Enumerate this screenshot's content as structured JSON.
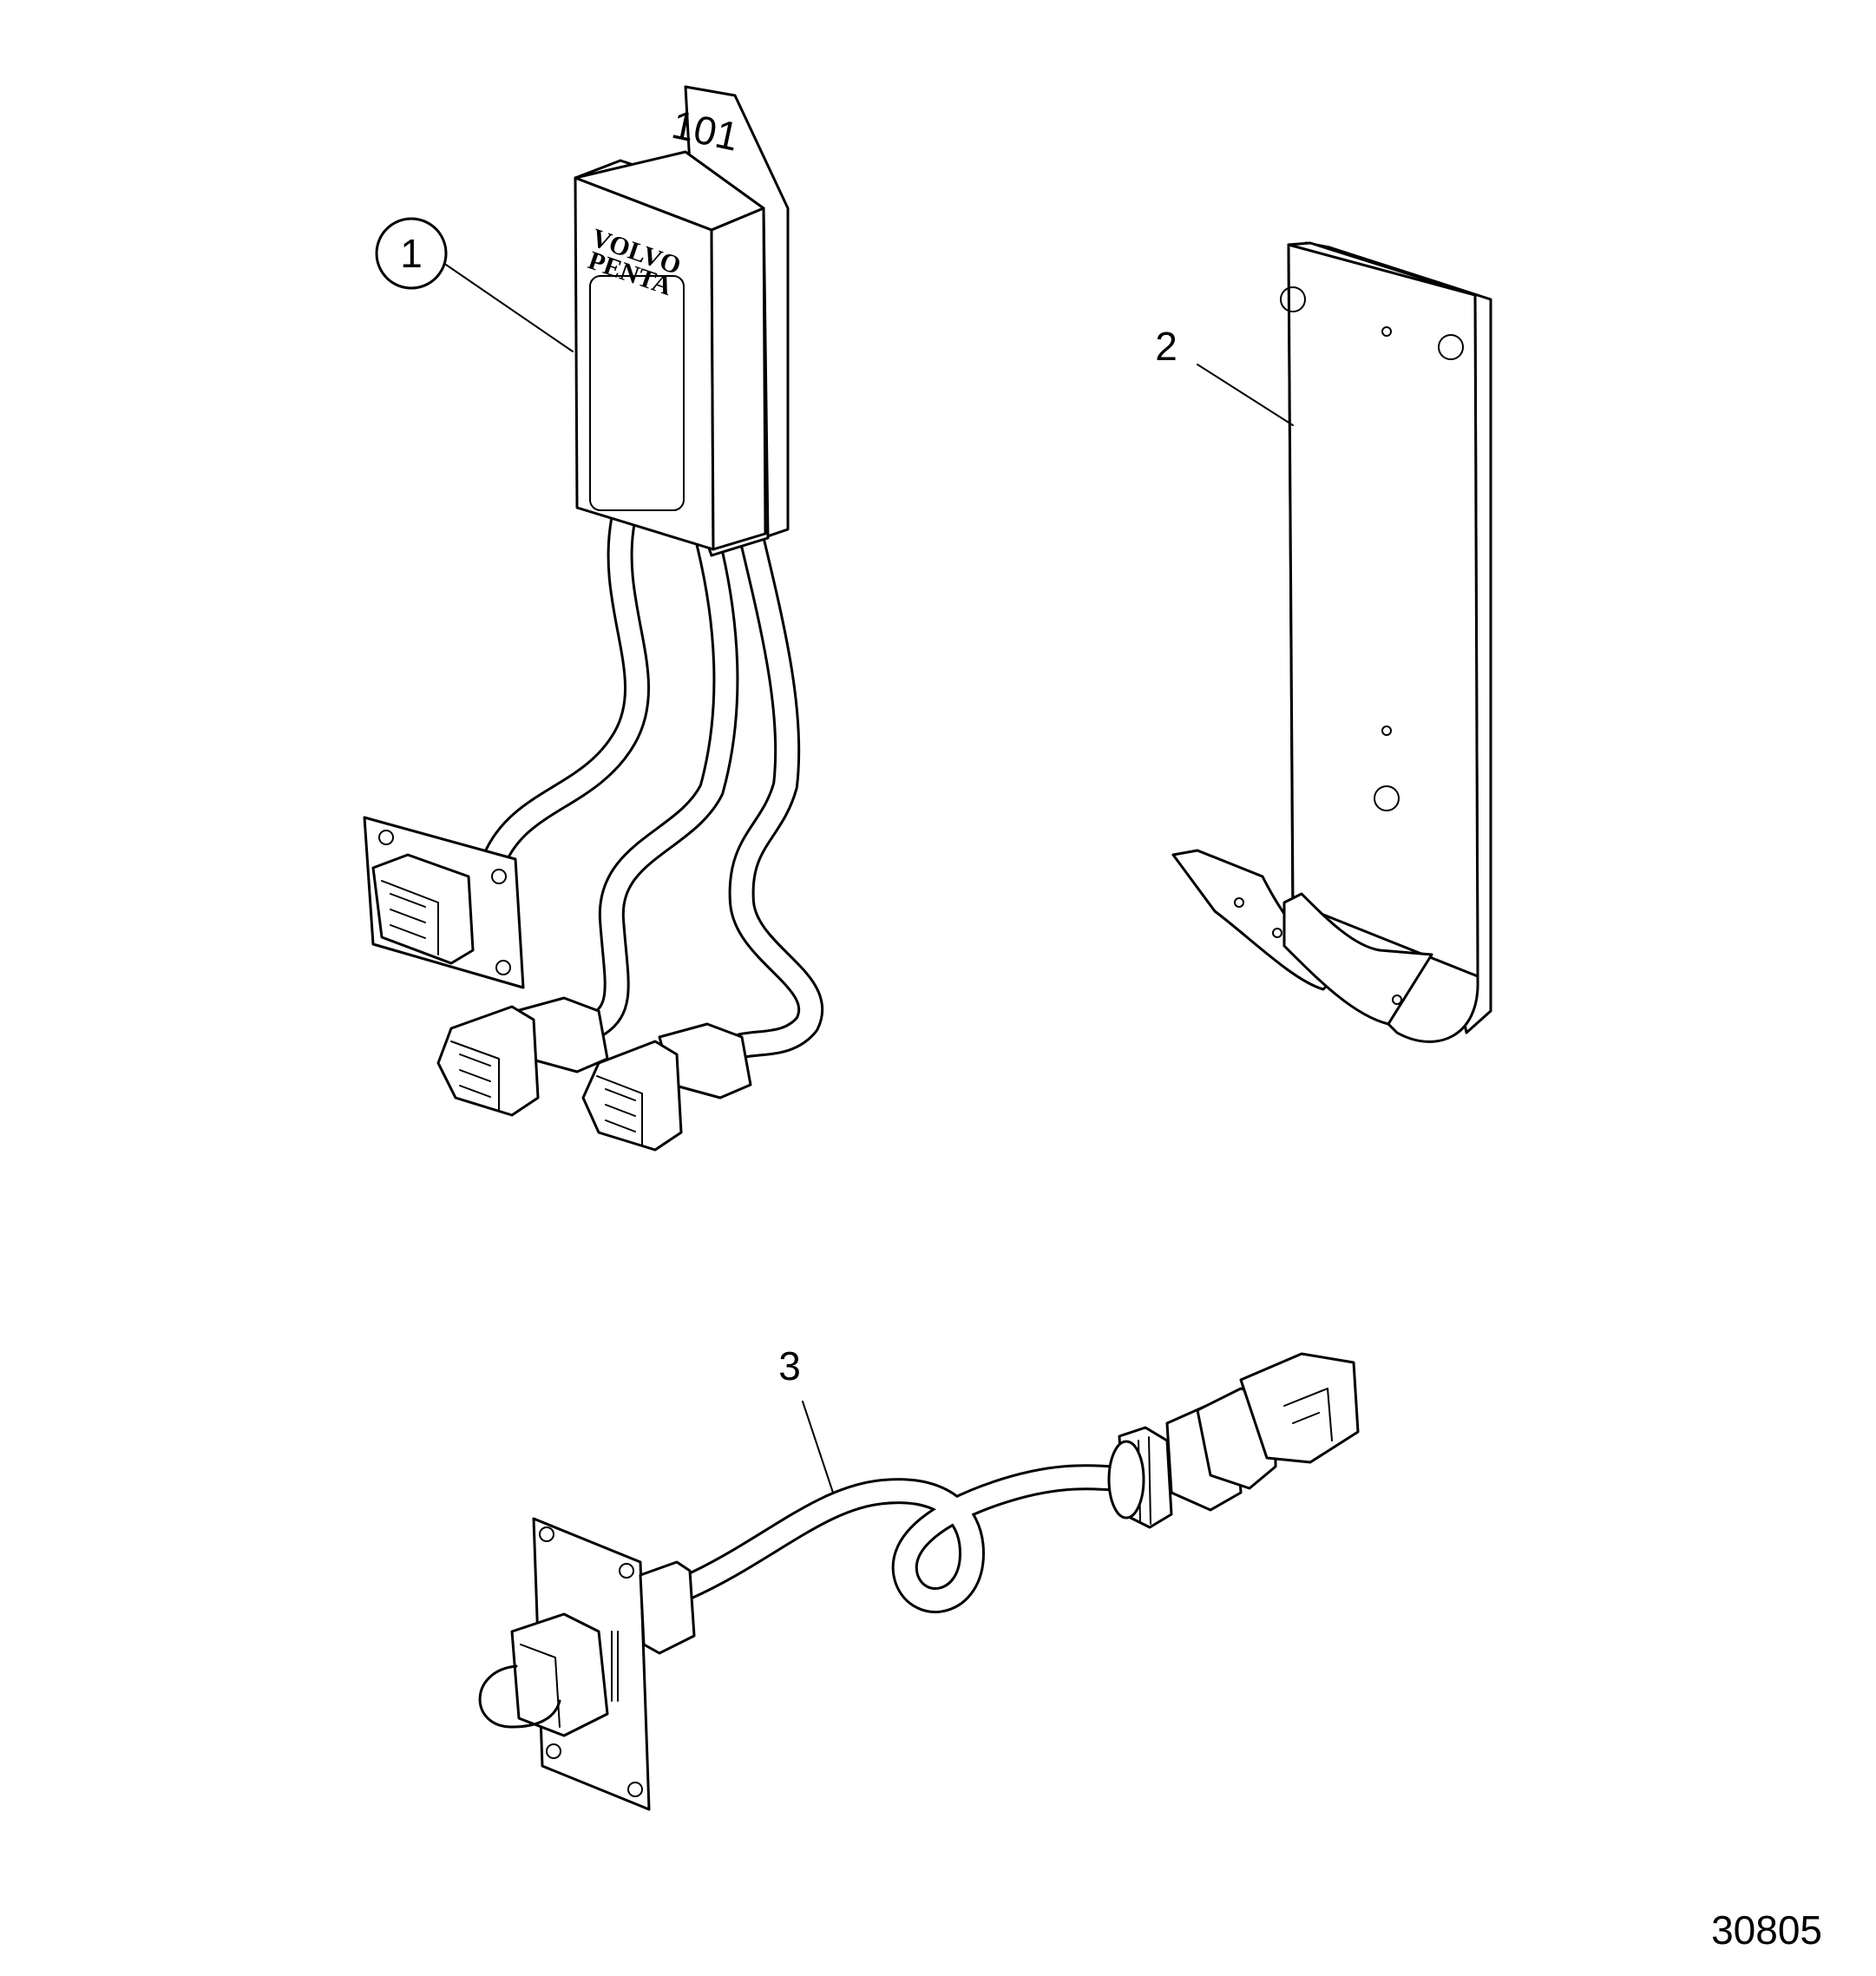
{
  "drawing_number": "30805",
  "callouts": [
    {
      "id": "1",
      "label": "1",
      "circled": true
    },
    {
      "id": "2",
      "label": "2",
      "circled": false
    },
    {
      "id": "3",
      "label": "3",
      "circled": false
    }
  ],
  "module": {
    "brand_line_1": "VOLVO",
    "brand_line_2": "PENTA",
    "tab_mark": "101"
  },
  "colors": {
    "ink": "#000000",
    "paper": "#ffffff"
  }
}
